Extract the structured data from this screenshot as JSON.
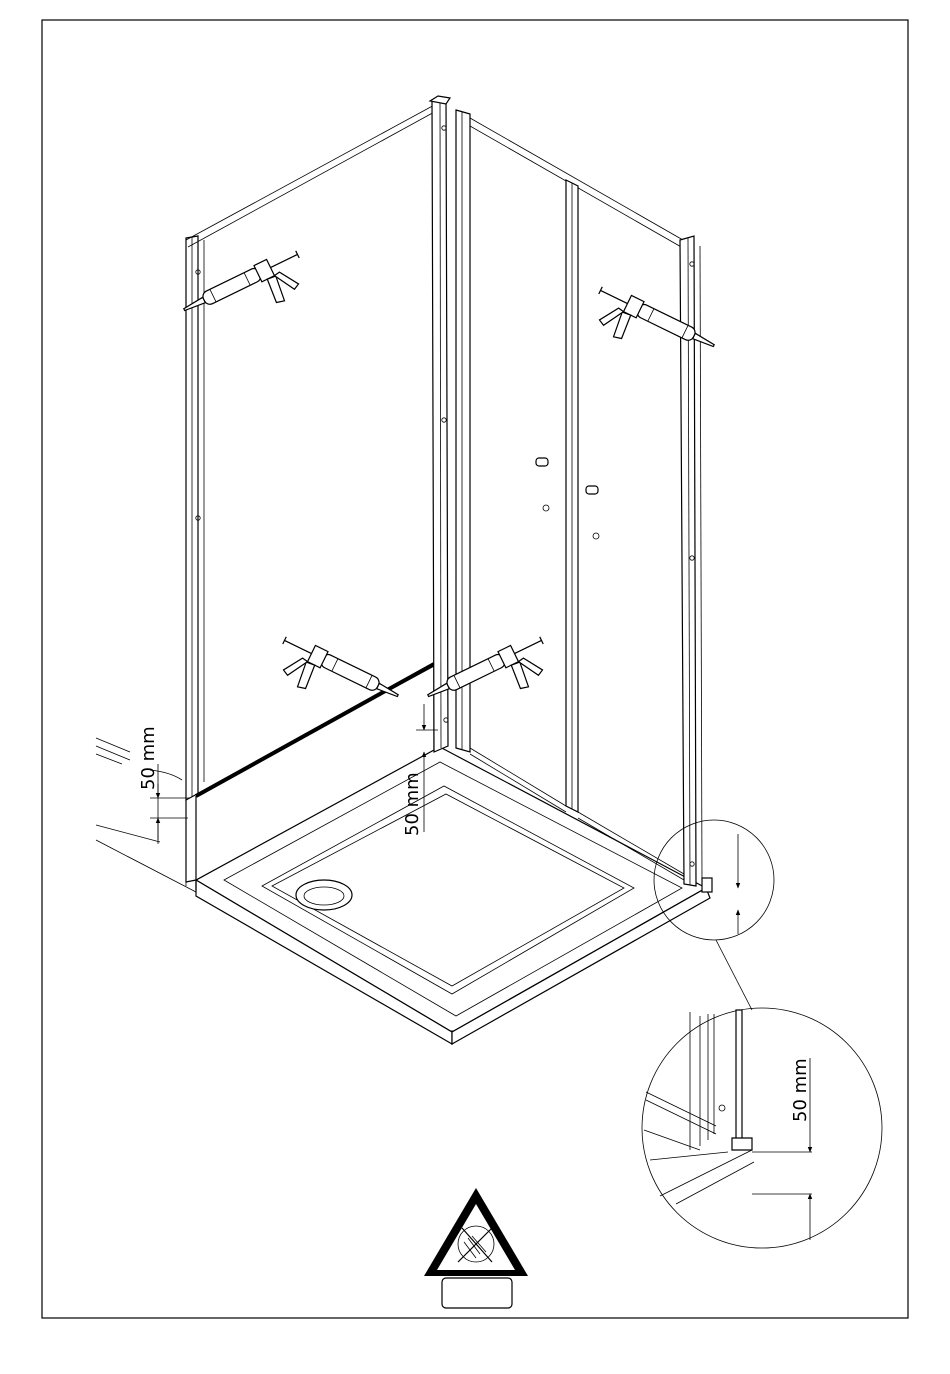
{
  "labels": {
    "dim_left": "50 mm",
    "dim_center": "50 mm",
    "dim_detail": "50 mm"
  },
  "icons": {
    "caulking_guns": [
      "caulking-gun-icon",
      "caulking-gun-icon",
      "caulking-gun-icon",
      "caulking-gun-icon"
    ],
    "warning": "no-shower-warning-icon"
  },
  "colors": {
    "line": "#000000",
    "background": "#ffffff"
  }
}
